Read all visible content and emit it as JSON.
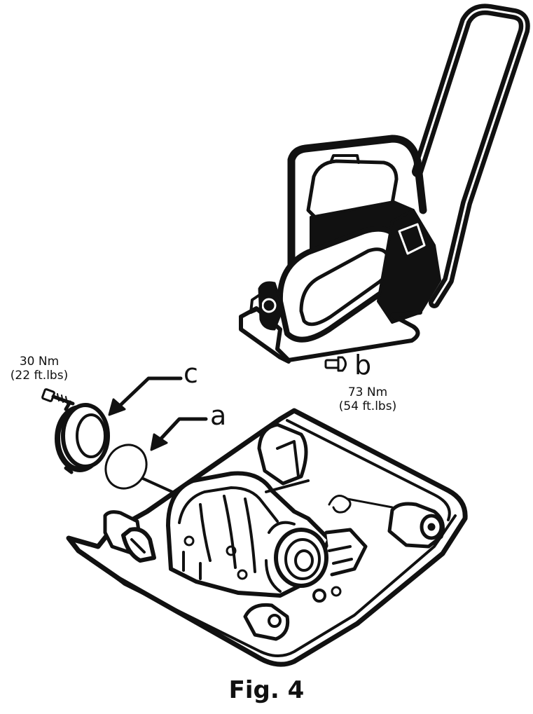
{
  "figure": {
    "caption": "Fig. 4",
    "callouts": [
      {
        "id": "c",
        "letter": "c",
        "torque_metric": "30 Nm",
        "torque_imperial": "(22 ft.lbs)"
      },
      {
        "id": "a",
        "letter": "a"
      },
      {
        "id": "b",
        "letter": "b",
        "torque_metric": "73 Nm",
        "torque_imperial": "(54 ft.lbs)"
      }
    ]
  }
}
